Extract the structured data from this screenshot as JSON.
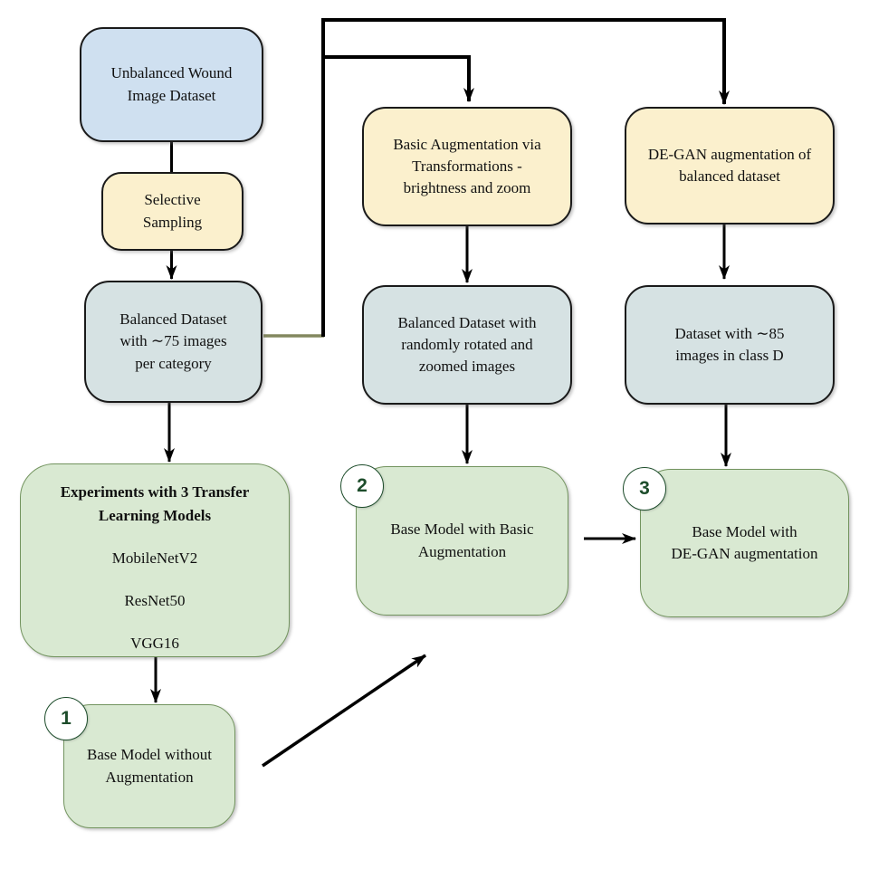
{
  "nodes": {
    "unbalanced_dataset": {
      "text": "Unbalanced Wound\nImage Dataset"
    },
    "selective_sampling": {
      "text": "Selective\nSampling"
    },
    "balanced_dataset": {
      "text": "Balanced Dataset\nwith ∼75 images\nper category"
    },
    "basic_augmentation": {
      "text": "Basic Augmentation via\nTransformations -\nbrightness and zoom"
    },
    "degan_augmentation": {
      "text": "DE-GAN augmentation of\nbalanced dataset"
    },
    "balanced_rotated": {
      "text": "Balanced Dataset with\nrandomly rotated and\nzoomed images"
    },
    "dataset_85": {
      "text": "Dataset with ∼85\nimages in class D"
    },
    "experiments": {
      "title": "Experiments with 3 Transfer\nLearning Models",
      "models": [
        "MobileNetV2",
        "ResNet50",
        "VGG16"
      ]
    },
    "base_model_1": {
      "badge": "1",
      "text": "Base Model without\nAugmentation"
    },
    "base_model_2": {
      "badge": "2",
      "text": "Base Model with Basic\nAugmentation"
    },
    "base_model_3": {
      "badge": "3",
      "text": "Base Model with\nDE-GAN augmentation"
    }
  },
  "colors": {
    "blue_fill": "#cfe0f0",
    "yellow_fill": "#fbf0cd",
    "gray_blue_fill": "#d6e2e3",
    "green_fill": "#d9e9d2",
    "green_border": "#73945f",
    "badge_green": "#1d4d2b",
    "arrow_black": "#000000",
    "olive_connector": "#83885f"
  }
}
